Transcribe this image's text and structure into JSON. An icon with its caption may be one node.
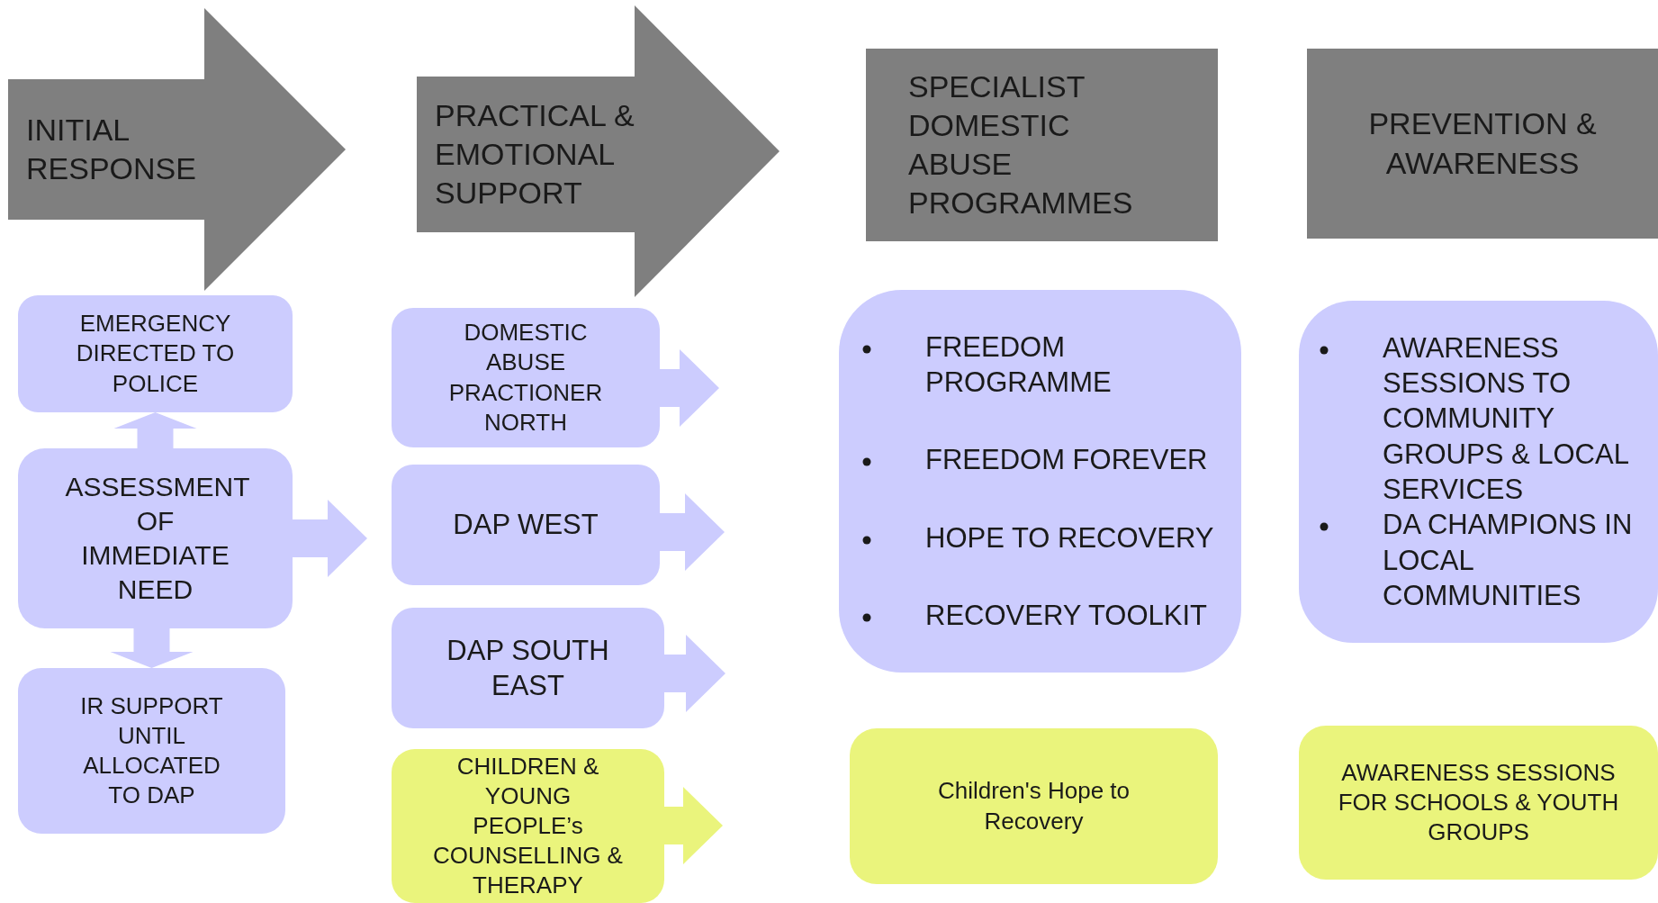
{
  "diagram": {
    "nodes": [
      {
        "text": [
          "INITIAL RESPONSE"
        ]
      },
      {
        "text": [
          "PRACTICAL & EMOTIONAL SUPPORT"
        ]
      },
      {
        "text": [
          "SPECIALIST DOMESTIC ABUSE PROGRAMMES"
        ]
      },
      {
        "text": [
          "PREVENTION & AWARENESS"
        ]
      },
      {
        "text": [
          "EMERGENCY DIRECTED TO POLICE"
        ]
      },
      {
        "text": [
          "ASSESSMENT OF IMMEDIATE NEED"
        ]
      },
      {
        "text": [
          "IR SUPPORT UNTIL ALLOCATED TO DAP"
        ]
      },
      {
        "text": [
          "DOMESTIC ABUSE PRACTIONER NORTH"
        ]
      },
      {
        "text": [
          "DAP WEST"
        ]
      },
      {
        "text": [
          "DAP SOUTH EAST"
        ]
      },
      {
        "text": [
          "CHILDREN & YOUNG PEOPLE’s COUNSELLING & THERAPY"
        ]
      },
      {
        "text": [
          "FREEDOM PROGRAMME",
          "FREEDOM FOREVER",
          "HOPE TO RECOVERY",
          "RECOVERY TOOLKIT"
        ]
      },
      {
        "text": [
          "Children's Hope to Recovery"
        ]
      },
      {
        "text": [
          "AWARENESS SESSIONS TO COMMUNITY GROUPS & LOCAL SERVICES",
          "DA CHAMPIONS IN LOCAL COMMUNITIES"
        ]
      },
      {
        "text": [
          "AWARENESS SESSIONS FOR SCHOOLS & YOUTH GROUPS"
        ]
      }
    ],
    "edges": [
      {
        "from": 5,
        "to": 4,
        "arrow": "to"
      },
      {
        "from": 5,
        "to": 6,
        "arrow": "to"
      },
      {
        "from": 5,
        "to": null,
        "arrow": "to"
      },
      {
        "from": 7,
        "to": null,
        "arrow": "to"
      },
      {
        "from": 8,
        "to": null,
        "arrow": "to"
      },
      {
        "from": 9,
        "to": null,
        "arrow": "to"
      },
      {
        "from": 10,
        "to": null,
        "arrow": "to",
        "color": "#eaf47c"
      }
    ]
  }
}
